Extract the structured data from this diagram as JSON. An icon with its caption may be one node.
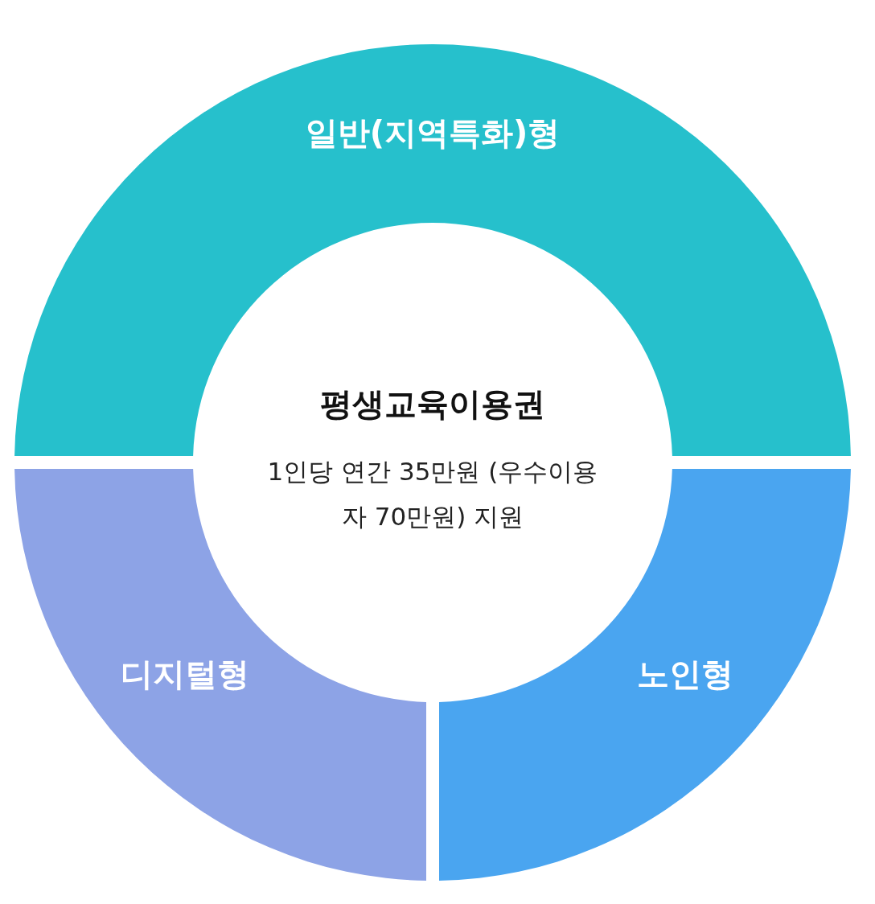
{
  "diagram": {
    "nodes": [
      {
        "text": [
          "일반(지역특화)형"
        ]
      },
      {
        "text": [
          "평생교육이용권",
          "1인당 연간 35만원 (우수이용자 70만원) 지원"
        ]
      },
      {
        "text": [
          "디지털형"
        ]
      },
      {
        "text": [
          "노인형"
        ]
      }
    ]
  }
}
